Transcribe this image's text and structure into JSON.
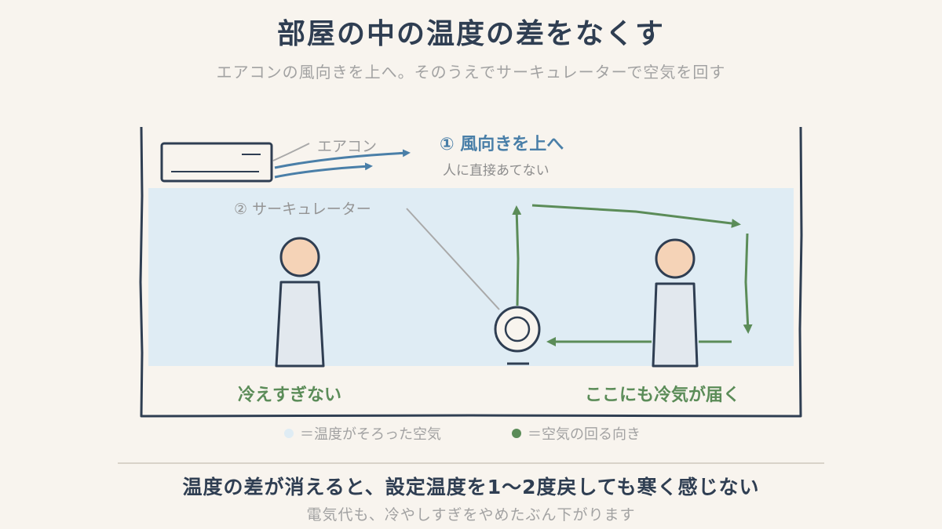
{
  "title": "部屋の中の温度の差をなくす",
  "subtitle": "エアコンの風向きを上へ。そのうえでサーキュレーターで空気を回す",
  "labels": {
    "aircon": "エアコン",
    "step1": "① 風向きを上へ",
    "step1_sub": "人に直接あてない",
    "step2": "② サーキュレーター",
    "left_person": "冷えすぎない",
    "right_person": "ここにも冷気が届く"
  },
  "legend": {
    "even_air": "＝温度がそろった空気",
    "air_flow": "＝空気の回る向き"
  },
  "footer": {
    "main": "温度の差が消えると、設定温度を1〜2度戻しても寒く感じない",
    "sub": "電気代も、冷やしすぎをやめたぶん下がります"
  },
  "colors": {
    "background": "#f8f4ee",
    "ink": "#2f3e52",
    "air_zone": "#dfecf4",
    "cool_wind": "#4a7fa8",
    "circulation": "#5b8c58",
    "skin": "#f5d3b7",
    "body": "#e2e8ee"
  },
  "icons": [
    "aircon-icon",
    "person-icon",
    "circulator-fan-icon"
  ]
}
